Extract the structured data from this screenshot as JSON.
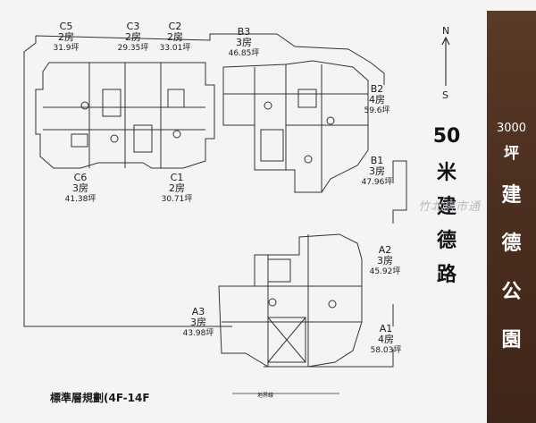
{
  "units": {
    "c5": {
      "code": "C5",
      "rooms": "2房",
      "area": "31.9坪"
    },
    "c3": {
      "code": "C3",
      "rooms": "2房",
      "area": "29.35坪"
    },
    "c2": {
      "code": "C2",
      "rooms": "2房",
      "area": "33.01坪"
    },
    "b3": {
      "code": "B3",
      "rooms": "3房",
      "area": "46.85坪"
    },
    "c6": {
      "code": "C6",
      "rooms": "3房",
      "area": "41.38坪"
    },
    "c1": {
      "code": "C1",
      "rooms": "2房",
      "area": "30.71坪"
    },
    "b2": {
      "code": "B2",
      "rooms": "4房",
      "area": "59.6坪"
    },
    "b1": {
      "code": "B1",
      "rooms": "3房",
      "area": "47.96坪"
    },
    "a2": {
      "code": "A2",
      "rooms": "3房",
      "area": "45.92坪"
    },
    "a3": {
      "code": "A3",
      "rooms": "3房",
      "area": "43.98坪"
    },
    "a1": {
      "code": "A1",
      "rooms": "4房",
      "area": "58.03坪"
    }
  },
  "compass": {
    "north": "N",
    "south": "S"
  },
  "road": {
    "width": "50",
    "chars": [
      "米",
      "建",
      "德",
      "路"
    ]
  },
  "park": {
    "area": "3000",
    "unit": "坪",
    "name_chars": [
      "建",
      "德",
      "公",
      "園"
    ]
  },
  "watermark": "竹北房市通",
  "caption": "標準層規劃(4F-14F",
  "bottom_note": "地界線"
}
